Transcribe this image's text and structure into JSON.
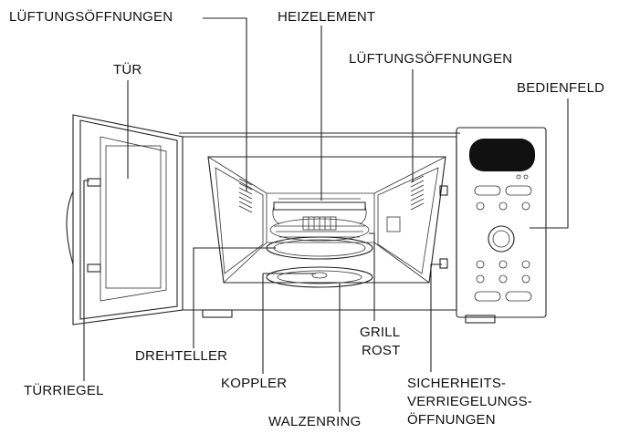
{
  "labels": {
    "vent_left": "LÜFTUNGSÖFFNUNGEN",
    "heating_element": "HEIZELEMENT",
    "vent_right": "LÜFTUNGSÖFFNUNGEN",
    "door": "TÜR",
    "control_panel": "BEDIENFELD",
    "turntable": "DREHTELLER",
    "grill_rack_line1": "GRILL",
    "grill_rack_line2": "ROST",
    "door_latch": "TÜRRIEGEL",
    "coupler": "KOPPLER",
    "safety_line1": "SICHERHEITS-",
    "safety_line2": "VERRIEGELUNGS-",
    "safety_line3": "ÖFFNUNGEN",
    "roller_ring": "WALZENRING"
  },
  "colors": {
    "line": "#222222",
    "display": "#111111",
    "background": "#ffffff"
  }
}
